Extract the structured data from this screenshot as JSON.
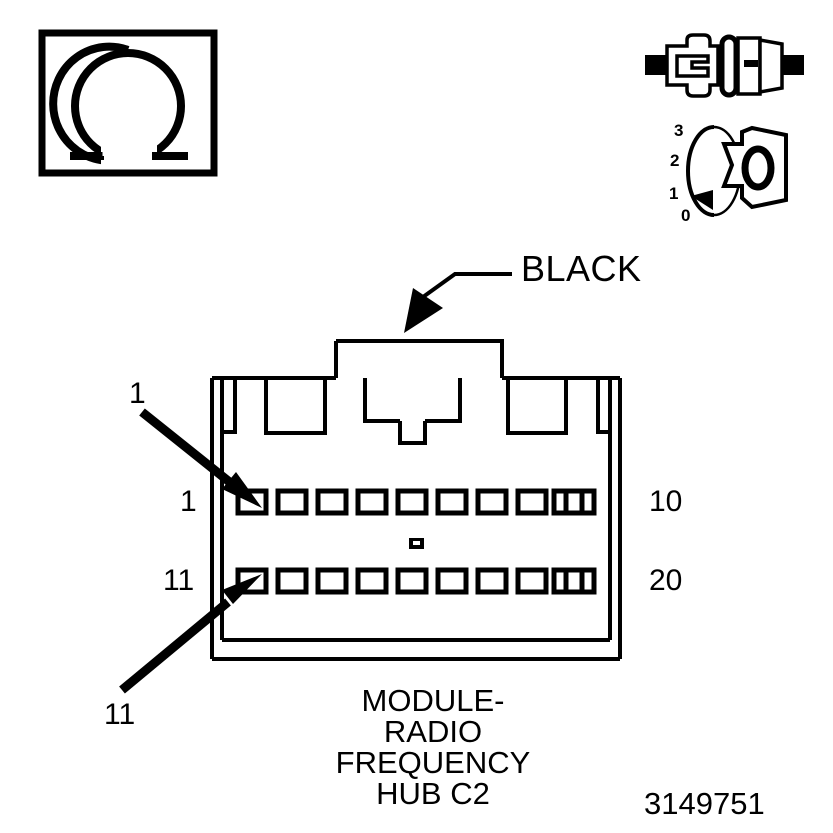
{
  "document": {
    "type": "connector-pinout-diagram",
    "part_number": "3149751",
    "component_caption": "MODULE-\nRADIO\nFREQUENCY\nHUB C2",
    "caption_lines": [
      "MODULE-",
      "RADIO",
      "FREQUENCY",
      "HUB C2"
    ],
    "line_color": "#000000",
    "background_color": "#ffffff"
  },
  "symbols": {
    "omega": {
      "name": "omega-resistance-symbol",
      "glyph": "Ω",
      "meaning": "ohm"
    },
    "connector_plug": {
      "name": "connector-plug-symbol",
      "meaning": "two-piece electrical connector"
    },
    "ignition_key": {
      "name": "ignition-key-symbol",
      "meaning": "key switch position",
      "positions": [
        "3",
        "2",
        "1",
        "0"
      ],
      "key_label": "0"
    }
  },
  "connector": {
    "wire_color_label": "BLACK",
    "rows": [
      {
        "start_label": "1",
        "end_label": "10",
        "pin_count": 10
      },
      {
        "start_label": "11",
        "end_label": "20",
        "pin_count": 10
      }
    ],
    "callouts": [
      {
        "label": "1",
        "target": "pin-1"
      },
      {
        "label": "11",
        "target": "pin-11"
      }
    ],
    "total_pins": 20,
    "keying_mark": "center-polarizing-slot"
  }
}
